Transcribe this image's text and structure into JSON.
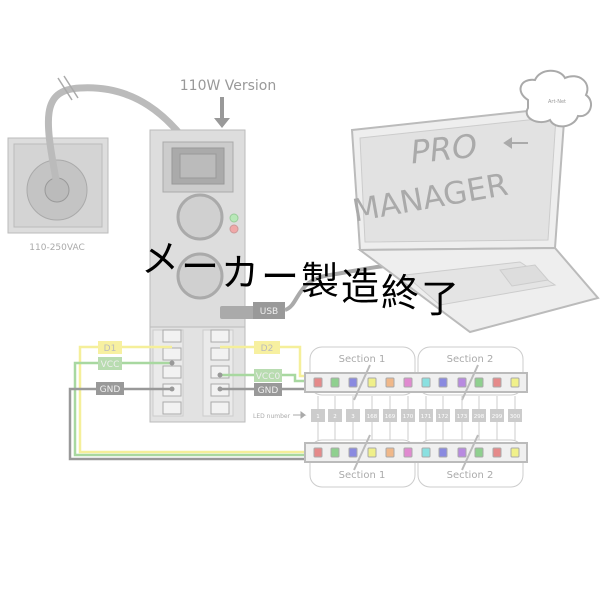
{
  "diagram": {
    "outlet_label": "110-250VAC",
    "version_label": "110W Version",
    "usb_label": "USB",
    "cloud_label": "Art-Net",
    "laptop_line1": "PRO",
    "laptop_line2": "MANAGER",
    "left_terminals": {
      "d": "D1",
      "vcc": "VCC",
      "gnd": "GND"
    },
    "right_terminals": {
      "d": "D2",
      "vcc": "VCC0",
      "gnd": "GND"
    },
    "sections": [
      "Section 1",
      "Section 2"
    ],
    "led_number_label": "LED number",
    "led_numbers": [
      "1",
      "2",
      "3",
      "168",
      "169",
      "170",
      "171",
      "172",
      "173",
      "298",
      "299",
      "300"
    ],
    "led_colors": [
      "#e58a8a",
      "#8fd08f",
      "#8a8ae0",
      "#f0f08a",
      "#f0b88a",
      "#e08ad0",
      "#8ae0e0",
      "#8a8ae0",
      "#b88ae0",
      "#8fd08f",
      "#e58a8a",
      "#f0f08a"
    ],
    "wire_colors": {
      "data": "#f5ef9a",
      "vcc": "#a8d8a0",
      "gnd": "#999999"
    }
  },
  "overlay": {
    "text": "メーカー製造終了",
    "chars": [
      "メ",
      "ー",
      "カ",
      "ー",
      "製",
      "造",
      "終",
      "了"
    ]
  }
}
